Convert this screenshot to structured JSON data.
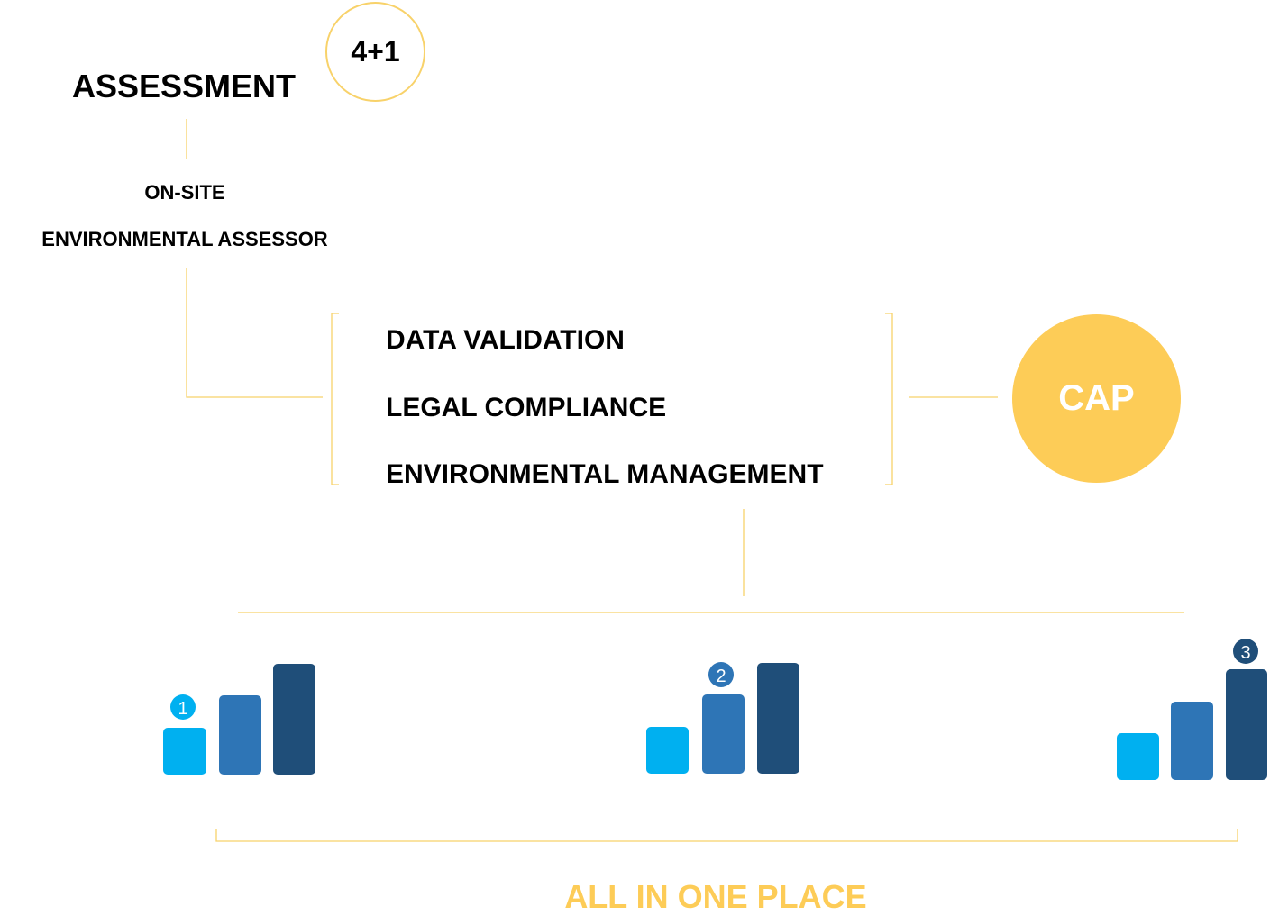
{
  "assessment": {
    "title": "ASSESSMENT",
    "badge": "4+1"
  },
  "assessor": {
    "line1": "ON-SITE",
    "line2": "ENVIRONMENTAL ASSESSOR"
  },
  "checks": {
    "items": [
      "DATA VALIDATION",
      "LEGAL COMPLIANCE",
      "ENVIRONMENTAL MANAGEMENT"
    ]
  },
  "cap": {
    "label": "CAP"
  },
  "levels": {
    "markers": [
      "1",
      "2",
      "3"
    ]
  },
  "footer": {
    "label": "ALL IN ONE PLACE"
  },
  "colors": {
    "accent": "#f8d26a",
    "cap_fill": "#fdcc57",
    "footer_text": "#fdcc57",
    "bar_light": "#00b0f0",
    "bar_mid": "#2e75b6",
    "bar_dark": "#1f4e79",
    "text": "#000000"
  }
}
